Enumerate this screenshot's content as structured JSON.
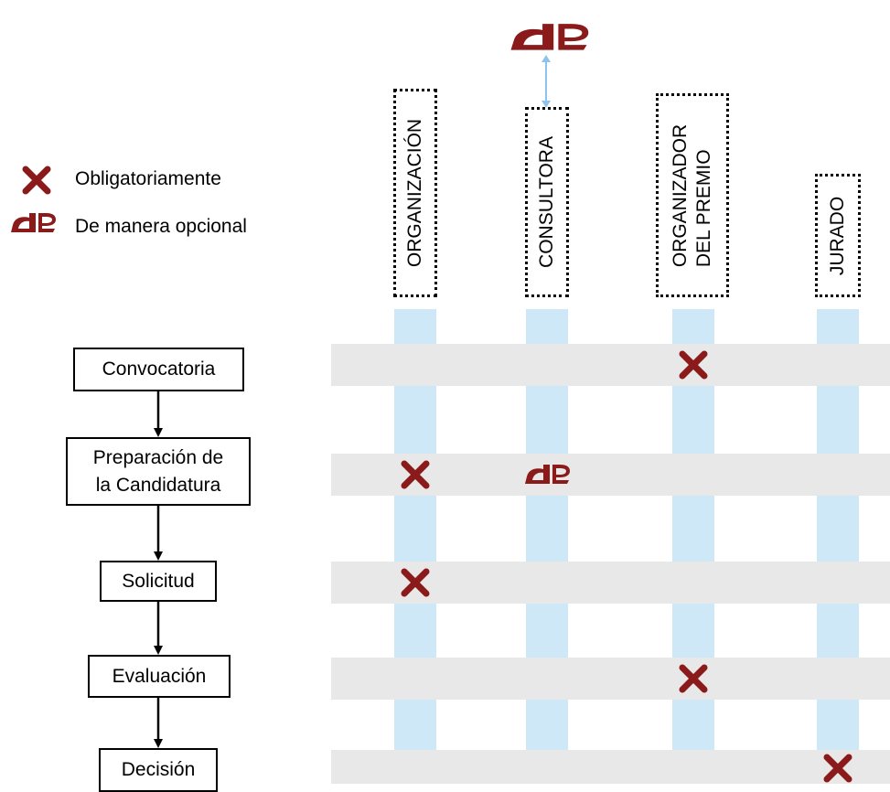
{
  "legend": {
    "mandatory_label": "Obligatoriamente",
    "optional_label": "De manera opcional"
  },
  "roles": [
    {
      "name": "ORGANIZACIÓN"
    },
    {
      "name": "CONSULTORA"
    },
    {
      "name": "ORGANIZADOR\nDEL PREMIO"
    },
    {
      "name": "JURADO"
    }
  ],
  "steps": [
    {
      "label": "Convocatoria"
    },
    {
      "label": "Preparación de\nla Candidatura"
    },
    {
      "label": "Solicitud"
    },
    {
      "label": "Evaluación"
    },
    {
      "label": "Decisión"
    }
  ],
  "participation": [
    {
      "step": "Convocatoria",
      "role": "ORGANIZADOR\nDEL PREMIO",
      "type": "mandatory"
    },
    {
      "step": "Preparación de\nla Candidatura",
      "role": "ORGANIZACIÓN",
      "type": "mandatory"
    },
    {
      "step": "Preparación de\nla Candidatura",
      "role": "CONSULTORA",
      "type": "optional"
    },
    {
      "step": "Solicitud",
      "role": "ORGANIZACIÓN",
      "type": "mandatory"
    },
    {
      "step": "Evaluación",
      "role": "ORGANIZADOR\nDEL PREMIO",
      "type": "mandatory"
    },
    {
      "step": "Decisión",
      "role": "JURADO",
      "type": "mandatory"
    }
  ],
  "colors": {
    "mark": "#8b1a1a",
    "column_band": "#cfe8f7",
    "row_band": "#e8e8e8",
    "connector": "#8ec3ee"
  }
}
